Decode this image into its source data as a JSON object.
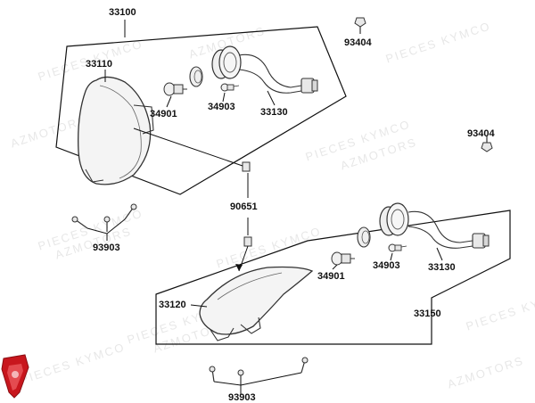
{
  "callouts": {
    "p33100": "33100",
    "p33110": "33110",
    "p34901_top": "34901",
    "p34903_top": "34903",
    "p33130_top": "33130",
    "p93404_top": "93404",
    "p93404_right": "93404",
    "p90651": "90651",
    "p93903_left": "93903",
    "p33120": "33120",
    "p34901_bottom": "34901",
    "p34903_bottom": "34903",
    "p33130_bottom": "33130",
    "p33150": "33150",
    "p93903_bottom": "93903"
  },
  "watermark": {
    "line1": "PIECES KYMCO",
    "line2": "AZMOTORS"
  },
  "colors": {
    "line": "#111111",
    "part_stroke": "#333333",
    "part_fill": "#f4f4f4",
    "logo_red": "#c8161d",
    "watermark": "#aaaaaa"
  },
  "icons": [
    "kymco-logo-icon"
  ]
}
